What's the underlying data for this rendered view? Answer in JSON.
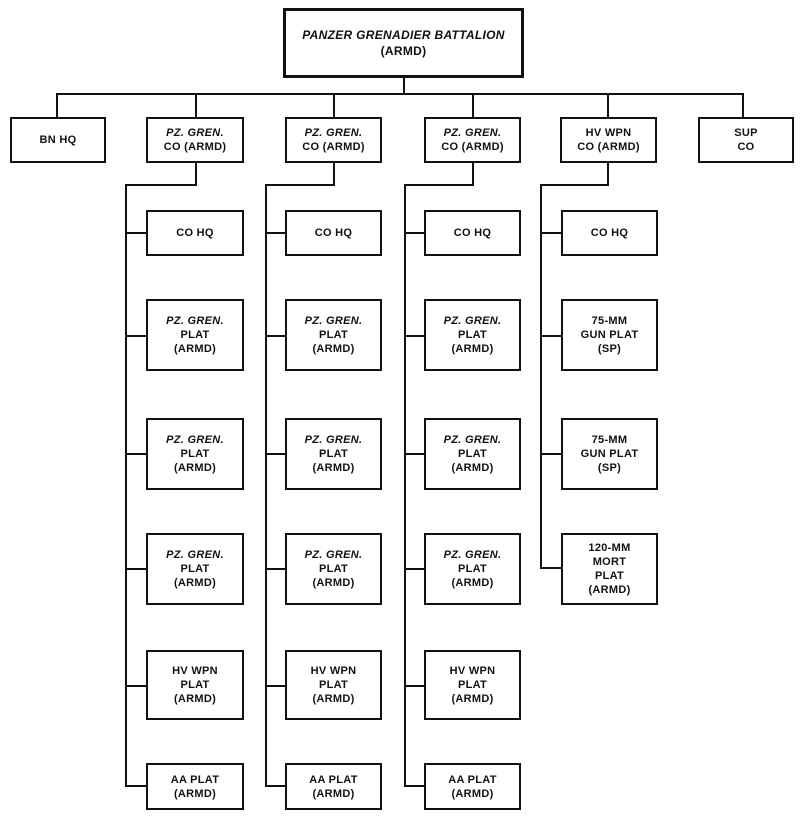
{
  "battalion": {
    "line1": "PANZER GRENADIER BATTALION",
    "line2": "(ARMD)"
  },
  "bn_hq": {
    "line1": "BN HQ"
  },
  "sup_co": {
    "line1": "SUP",
    "line2": "CO"
  },
  "companies": [
    {
      "title": {
        "line1": "PZ. GREN.",
        "line2": "CO (ARMD)"
      },
      "units": [
        {
          "line1": "CO HQ"
        },
        {
          "line1": "PZ. GREN.",
          "line2": "PLAT",
          "line3": "(ARMD)"
        },
        {
          "line1": "PZ. GREN.",
          "line2": "PLAT",
          "line3": "(ARMD)"
        },
        {
          "line1": "PZ. GREN.",
          "line2": "PLAT",
          "line3": "(ARMD)"
        },
        {
          "line1": "HV WPN",
          "line2": "PLAT",
          "line3": "(ARMD)"
        },
        {
          "line1": "AA PLAT",
          "line2": "(ARMD)"
        }
      ]
    },
    {
      "title": {
        "line1": "PZ. GREN.",
        "line2": "CO (ARMD)"
      },
      "units": [
        {
          "line1": "CO HQ"
        },
        {
          "line1": "PZ. GREN.",
          "line2": "PLAT",
          "line3": "(ARMD)"
        },
        {
          "line1": "PZ. GREN.",
          "line2": "PLAT",
          "line3": "(ARMD)"
        },
        {
          "line1": "PZ. GREN.",
          "line2": "PLAT",
          "line3": "(ARMD)"
        },
        {
          "line1": "HV WPN",
          "line2": "PLAT",
          "line3": "(ARMD)"
        },
        {
          "line1": "AA PLAT",
          "line2": "(ARMD)"
        }
      ]
    },
    {
      "title": {
        "line1": "PZ. GREN.",
        "line2": "CO (ARMD)"
      },
      "units": [
        {
          "line1": "CO HQ"
        },
        {
          "line1": "PZ. GREN.",
          "line2": "PLAT",
          "line3": "(ARMD)"
        },
        {
          "line1": "PZ. GREN.",
          "line2": "PLAT",
          "line3": "(ARMD)"
        },
        {
          "line1": "PZ. GREN.",
          "line2": "PLAT",
          "line3": "(ARMD)"
        },
        {
          "line1": "HV WPN",
          "line2": "PLAT",
          "line3": "(ARMD)"
        },
        {
          "line1": "AA PLAT",
          "line2": "(ARMD)"
        }
      ]
    },
    {
      "title": {
        "line1": "HV WPN",
        "line2": "CO (ARMD)"
      },
      "units": [
        {
          "line1": "CO HQ"
        },
        {
          "line1": "75-MM",
          "line2": "GUN PLAT",
          "line3": "(SP)"
        },
        {
          "line1": "75-MM",
          "line2": "GUN PLAT",
          "line3": "(SP)"
        },
        {
          "line1": "120-MM",
          "line2": "MORT",
          "line3": "PLAT",
          "line4": "(ARMD)"
        }
      ]
    }
  ]
}
